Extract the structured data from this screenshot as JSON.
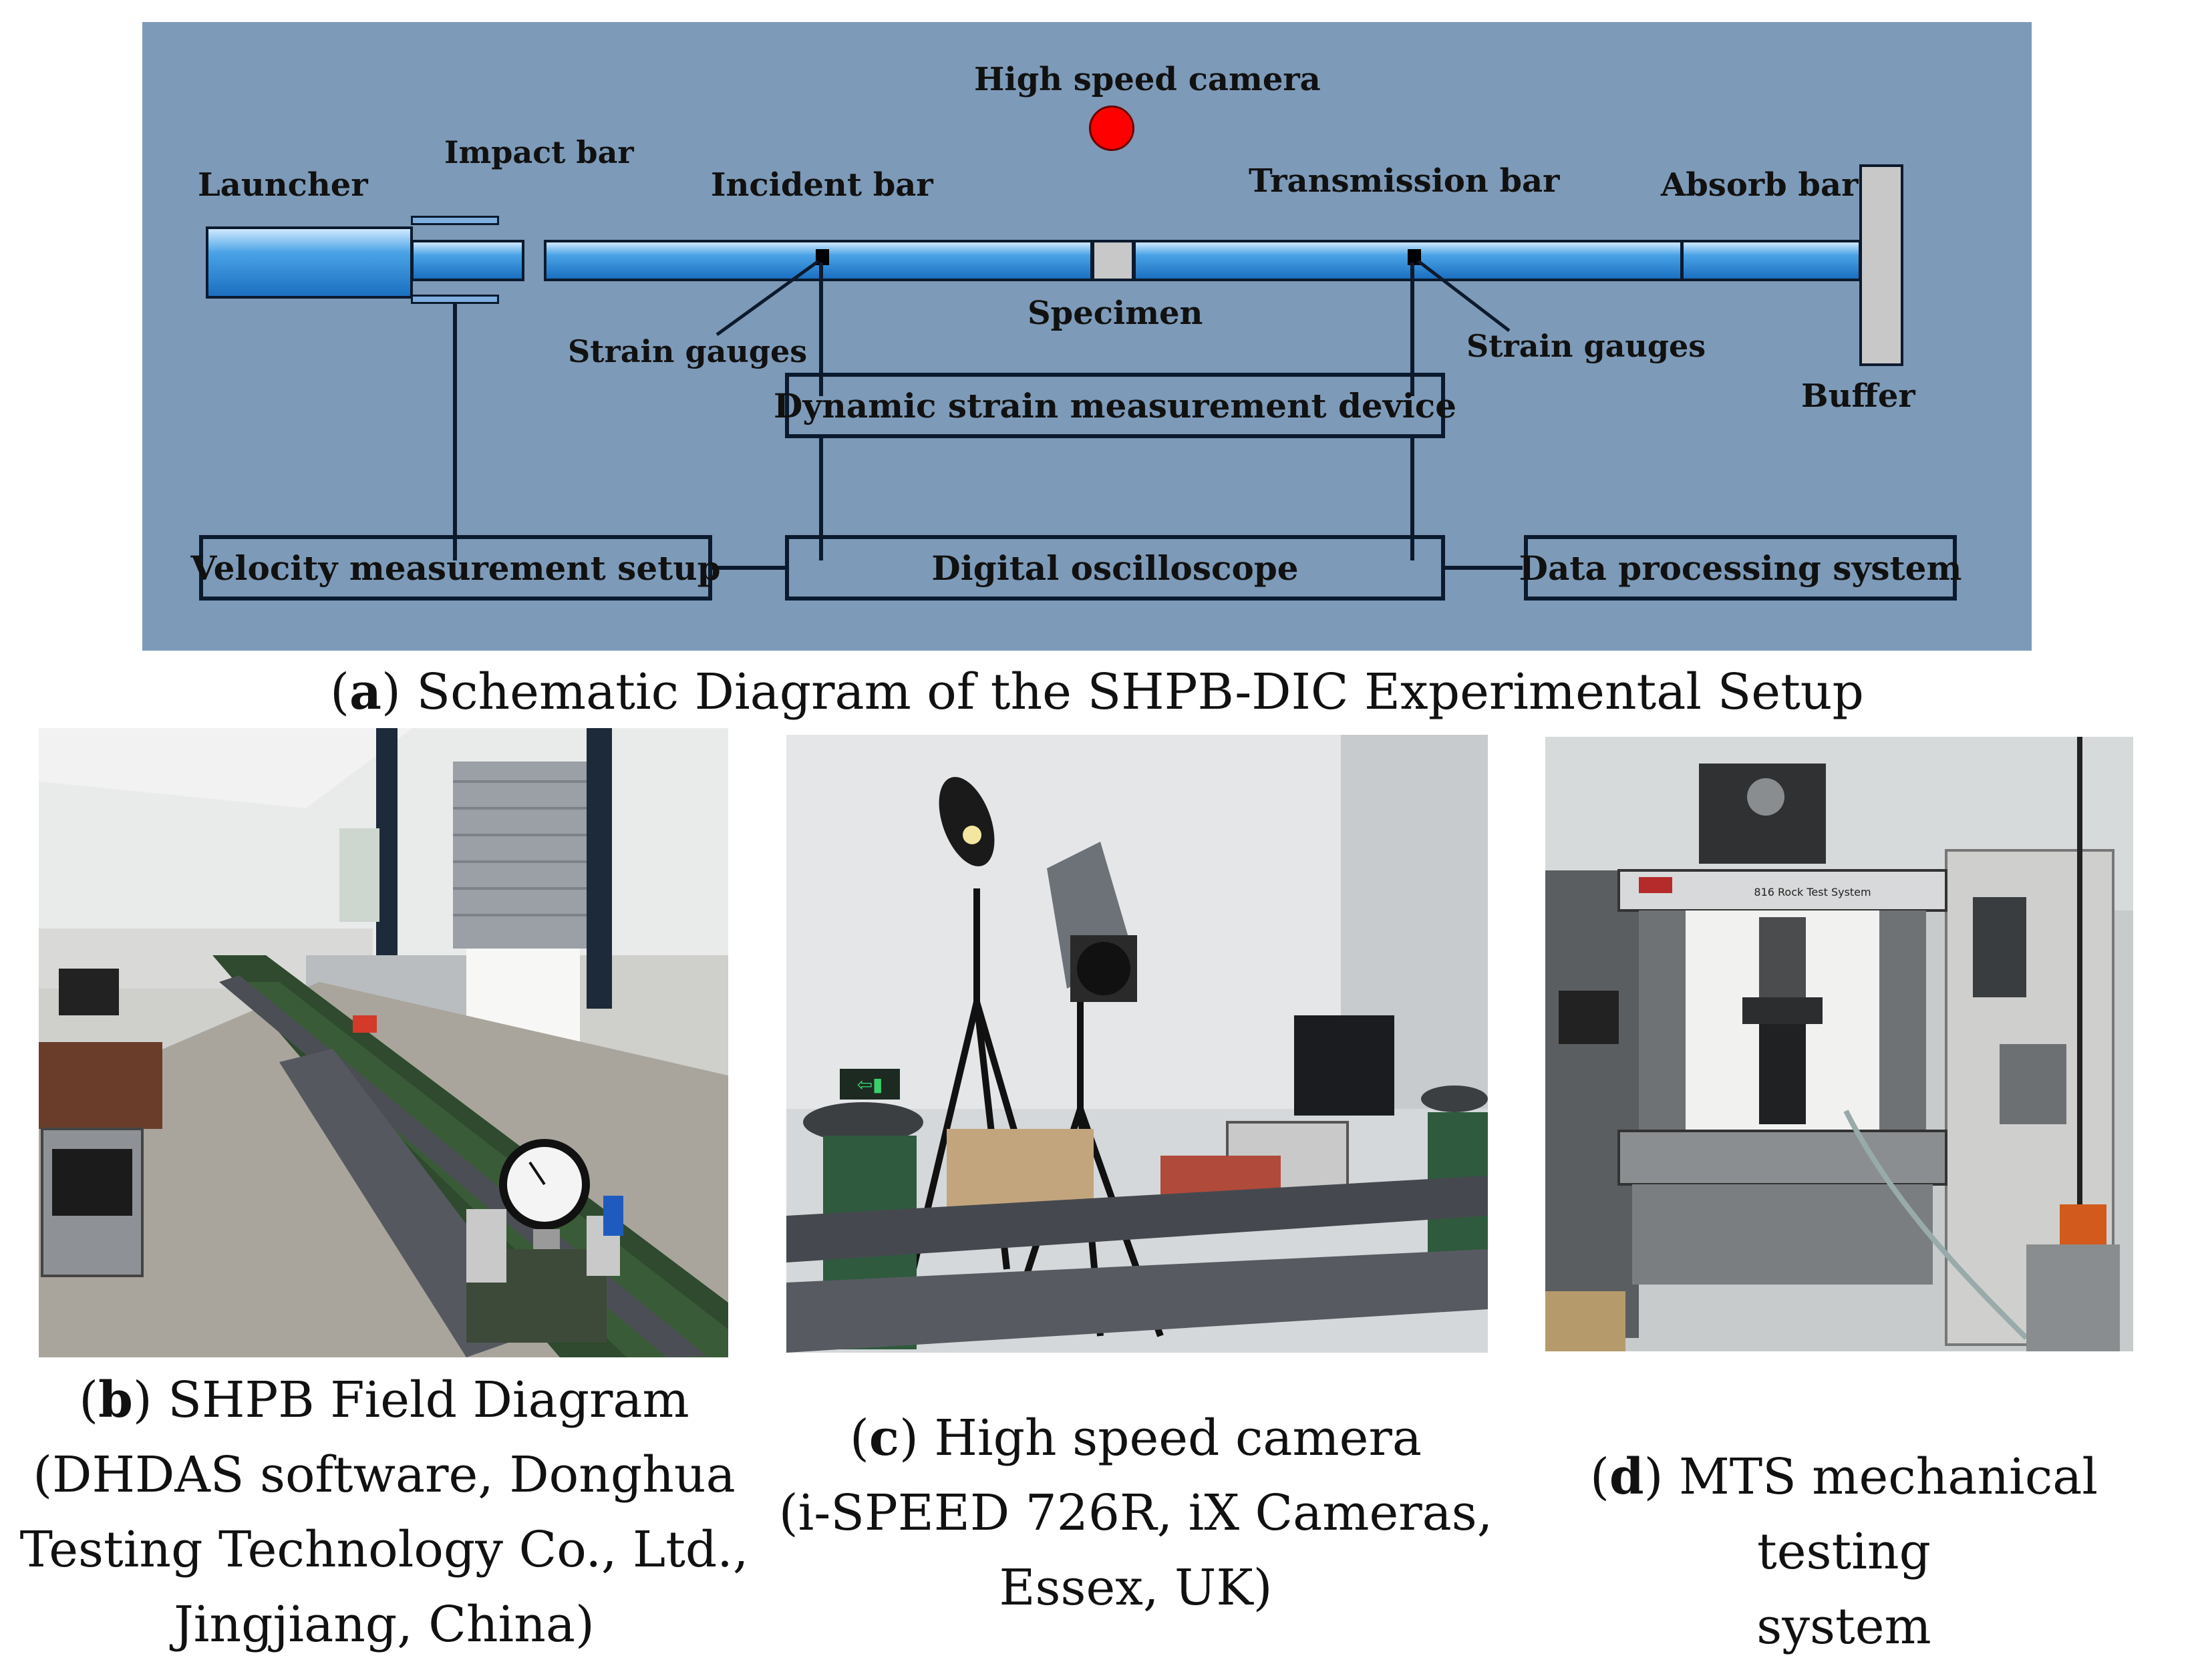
{
  "schematic": {
    "labels": {
      "high_speed_camera": "High speed camera",
      "launcher": "Launcher",
      "impact_bar": "Impact bar",
      "incident_bar": "Incident bar",
      "transmission_bar": "Transmission bar",
      "absorb_bar": "Absorb bar",
      "specimen": "Specimen",
      "strain_gauges_left": "Strain gauges",
      "strain_gauges_right": "Strain gauges",
      "buffer": "Buffer"
    },
    "boxes": {
      "dynamic_strain": "Dynamic strain measurement device",
      "velocity": "Velocity measurement setup",
      "oscilloscope": "Digital oscilloscope",
      "data_processing": "Data processing system"
    },
    "colors": {
      "background": "#7d9ab8",
      "camera_dot": "#ff0000",
      "bar_fill": "#2f86d4"
    }
  },
  "captions": {
    "a": {
      "letter": "a",
      "open": "(",
      "close": ")",
      "text": " Schematic Diagram of the SHPB-DIC Experimental Setup"
    },
    "b": {
      "letter": "b",
      "open": "(",
      "close": ")",
      "line1": " SHPB Field Diagram",
      "line2": "(DHDAS software, Donghua",
      "line3": "Testing Technology Co., Ltd.,",
      "line4": "Jingjiang, China)"
    },
    "c": {
      "letter": "c",
      "open": "(",
      "close": ")",
      "line1": " High speed camera",
      "line2": "(i-SPEED 726R, iX Cameras,",
      "line3": "Essex, UK)"
    },
    "d": {
      "letter": "d",
      "open": "(",
      "close": ")",
      "line1": " MTS mechanical testing",
      "line2": "system"
    }
  },
  "photos": {
    "b_panel_text": "",
    "d_panel_text": "816 Rock Test System"
  }
}
